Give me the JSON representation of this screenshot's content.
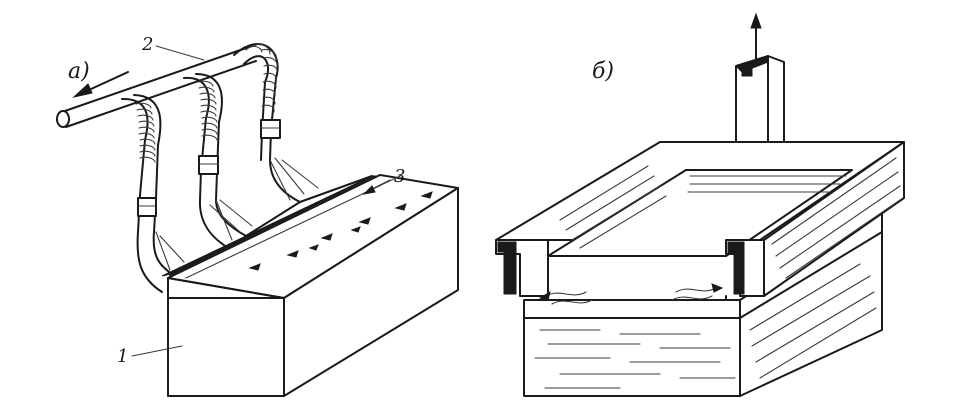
{
  "diagram": {
    "panel_a": {
      "label": "a)",
      "callouts": [
        "1",
        "2",
        "3"
      ]
    },
    "panel_b": {
      "label": "б)"
    }
  }
}
